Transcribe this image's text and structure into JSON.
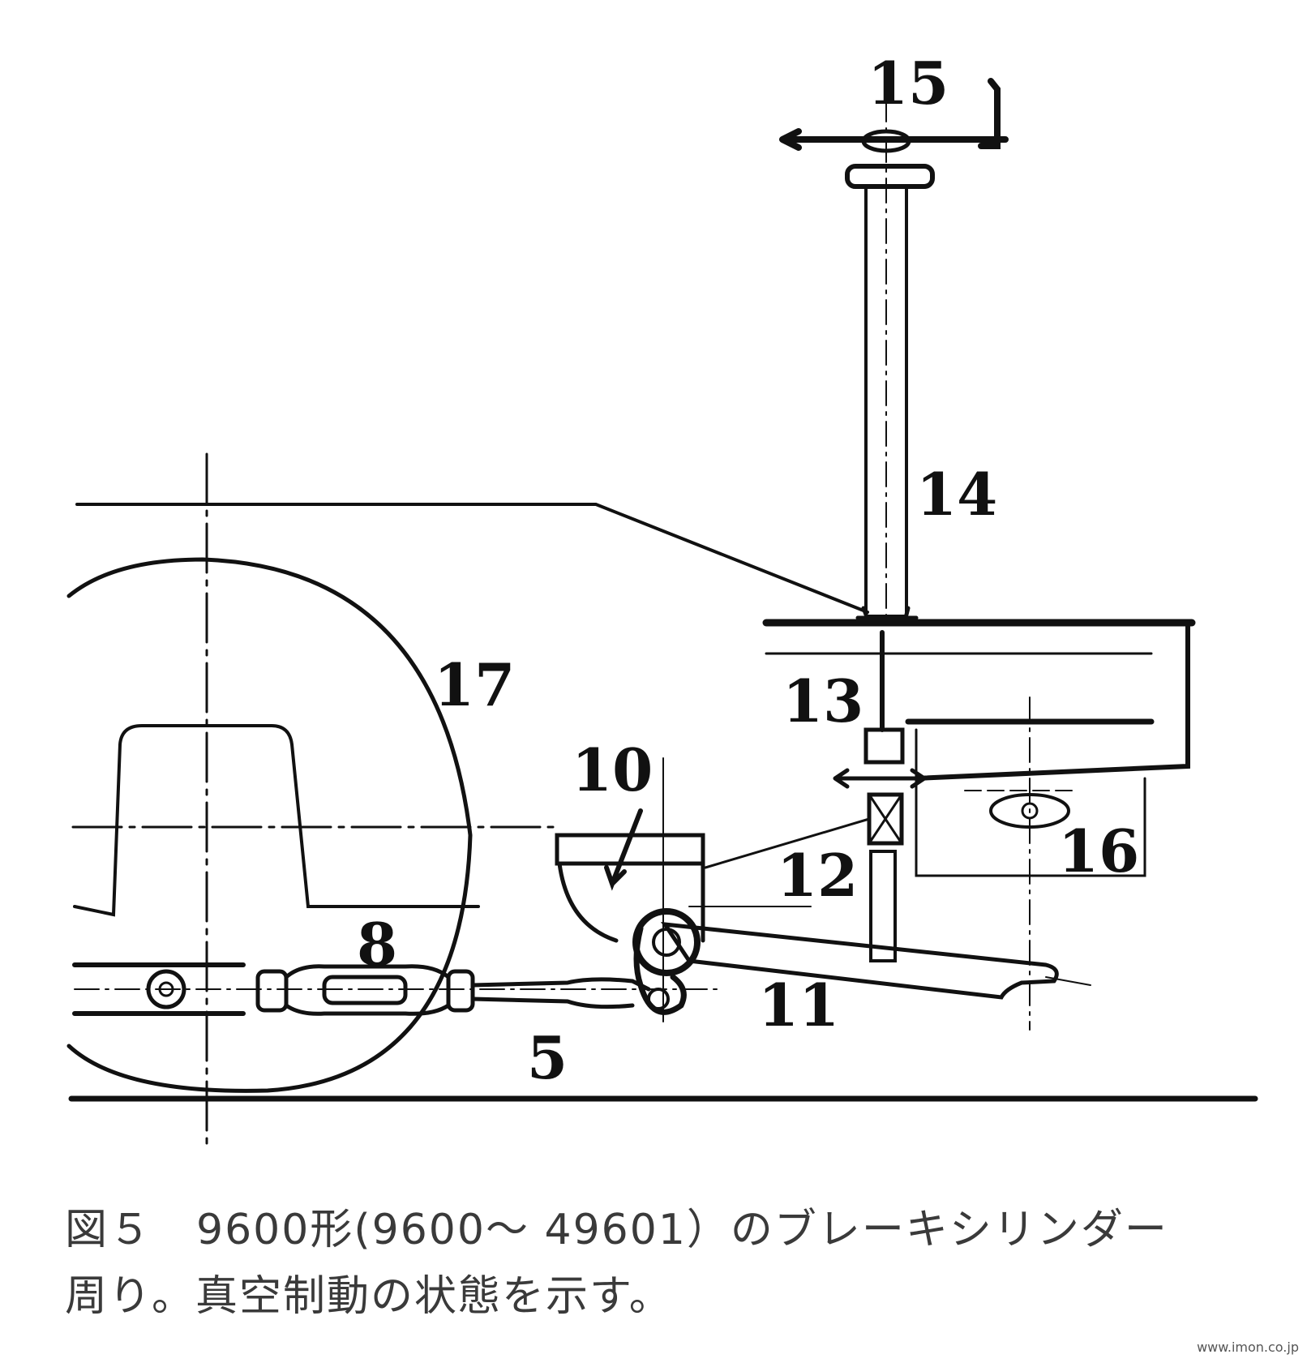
{
  "figure": {
    "part_labels": [
      "15",
      "14",
      "17",
      "13",
      "10",
      "12",
      "16",
      "8",
      "11",
      "5"
    ],
    "caption_line1": "図５　9600形(9600～ 49601）のブレーキシリンダー",
    "caption_line2": "周り。真空制動の状態を示す。",
    "credit": "www.imon.co.jp"
  },
  "colors": {
    "ink": "#111111",
    "caption": "#3a3a3a",
    "background": "#ffffff"
  }
}
